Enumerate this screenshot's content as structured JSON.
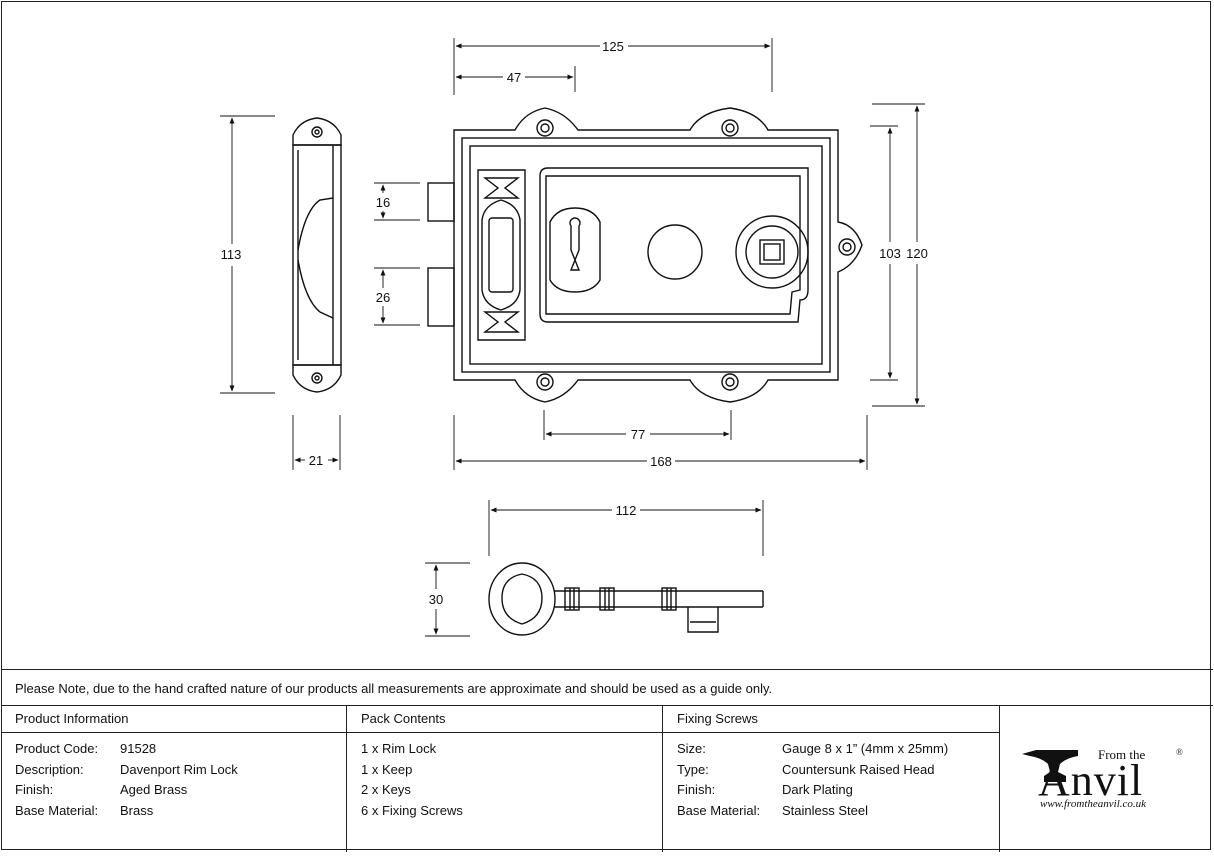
{
  "dimensions": {
    "lock_overall_width": "168",
    "lock_height_outer": "120",
    "lock_height_inner": "103",
    "backset": "47",
    "fixing_top": "125",
    "fixing_bottom": "77",
    "bolt_small": "16",
    "bolt_large": "26",
    "keep_height": "113",
    "keep_width": "21",
    "key_length": "112",
    "key_height": "30"
  },
  "note": "Please Note, due to the hand crafted nature of our products all measurements are approximate and should be used as a guide only.",
  "product_information": {
    "heading": "Product Information",
    "rows": [
      {
        "label": "Product Code:",
        "value": "91528"
      },
      {
        "label": "Description:",
        "value": "Davenport Rim Lock"
      },
      {
        "label": "Finish:",
        "value": "Aged Brass"
      },
      {
        "label": "Base Material:",
        "value": "Brass"
      }
    ]
  },
  "pack_contents": {
    "heading": "Pack Contents",
    "items": [
      "1 x Rim Lock",
      "1 x Keep",
      "2 x Keys",
      "6 x Fixing Screws"
    ]
  },
  "fixing_screws": {
    "heading": "Fixing Screws",
    "rows": [
      {
        "label": "Size:",
        "value": "Gauge 8 x 1” (4mm x 25mm)"
      },
      {
        "label": "Type:",
        "value": "Countersunk Raised Head"
      },
      {
        "label": "Finish:",
        "value": "Dark Plating"
      },
      {
        "label": "Base Material:",
        "value": "Stainless Steel"
      }
    ]
  },
  "logo": {
    "from_the": "From the",
    "brand": "Anvil",
    "registered": "®",
    "url": "www.fromtheanvil.co.uk"
  }
}
